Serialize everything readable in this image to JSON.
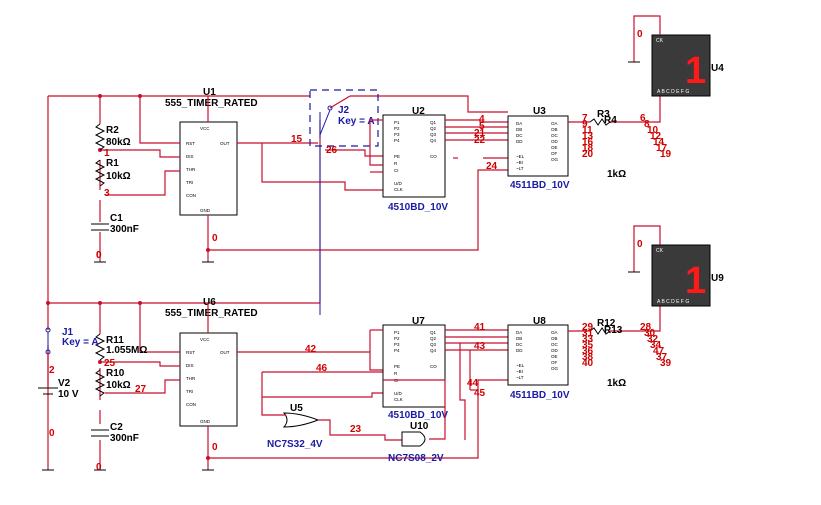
{
  "components": {
    "u1": {
      "ref": "U1",
      "value": "555_TIMER_RATED",
      "pins_left": [
        "RST",
        "DIS",
        "THR",
        "TRI",
        "CON"
      ],
      "pin_right": "OUT",
      "pin_top": "VCC",
      "pin_bottom": "GND"
    },
    "u6": {
      "ref": "U6",
      "value": "555_TIMER_RATED",
      "pins_left": [
        "RST",
        "DIS",
        "THR",
        "TRI",
        "CON"
      ],
      "pin_right": "OUT",
      "pin_top": "VCC",
      "pin_bottom": "GND"
    },
    "u2": {
      "ref": "U2",
      "value": "4510BD_10V"
    },
    "u7": {
      "ref": "U7",
      "value": "4510BD_10V"
    },
    "u3": {
      "ref": "U3",
      "value": "4511BD_10V"
    },
    "u8": {
      "ref": "U8",
      "value": "4511BD_10V"
    },
    "u4": {
      "ref": "U4",
      "digit": "1",
      "header": "CK",
      "segments": "A B C D E F G"
    },
    "u9": {
      "ref": "U9",
      "digit": "1",
      "header": "CK",
      "segments": "A B C D E F G"
    },
    "u5": {
      "ref": "U5",
      "value": "NC7S32_4V"
    },
    "u10": {
      "ref": "U10",
      "value": "NC7S08_2V"
    },
    "r2": {
      "ref": "R2",
      "value": "80kΩ"
    },
    "r1": {
      "ref": "R1",
      "value": "10kΩ"
    },
    "c1": {
      "ref": "C1",
      "value": "300nF"
    },
    "r11": {
      "ref": "R11",
      "value": "1.055MΩ"
    },
    "r10": {
      "ref": "R10",
      "value": "10kΩ"
    },
    "c2": {
      "ref": "C2",
      "value": "300nF"
    },
    "r3": {
      "ref": "R3",
      "label": "R3",
      "value": "1kΩ"
    },
    "r4": {
      "ref": "R4"
    },
    "r12": {
      "ref": "R12",
      "label": "R12",
      "value": "1kΩ"
    },
    "r13": {
      "ref": "R13"
    },
    "j1": {
      "ref": "J1",
      "key": "Key = A"
    },
    "j2": {
      "ref": "J2",
      "key": "Key = A"
    },
    "v2": {
      "ref": "V2",
      "value": "10 V"
    }
  },
  "cd4510_pins_left": [
    "P1",
    "P2",
    "P3",
    "P4",
    "PE",
    "R",
    "CI",
    "U/D",
    "CLK"
  ],
  "cd4510_pins_right": [
    "Q1",
    "Q2",
    "Q3",
    "Q4",
    "CO"
  ],
  "cd4511_pins_left": [
    "DA",
    "DB",
    "DC",
    "DD",
    "~EL",
    "~BI",
    "~LT"
  ],
  "cd4511_pins_right": [
    "OA",
    "OB",
    "OC",
    "OD",
    "OE",
    "OF",
    "OG"
  ],
  "nets_top": [
    "15",
    "26",
    "0",
    "0",
    "1",
    "3",
    "0",
    "4",
    "5",
    "21",
    "22",
    "24",
    "7",
    "9",
    "11",
    "13",
    "16",
    "18",
    "20",
    "6",
    "8",
    "10",
    "12",
    "14",
    "17",
    "19",
    "0"
  ],
  "nets_bottom": [
    "42",
    "46",
    "23",
    "0",
    "2",
    "0",
    "0",
    "25",
    "27",
    "41",
    "43",
    "44",
    "45",
    "29",
    "31",
    "33",
    "35",
    "36",
    "38",
    "40",
    "28",
    "30",
    "32",
    "34",
    "47",
    "37",
    "39",
    "0"
  ]
}
